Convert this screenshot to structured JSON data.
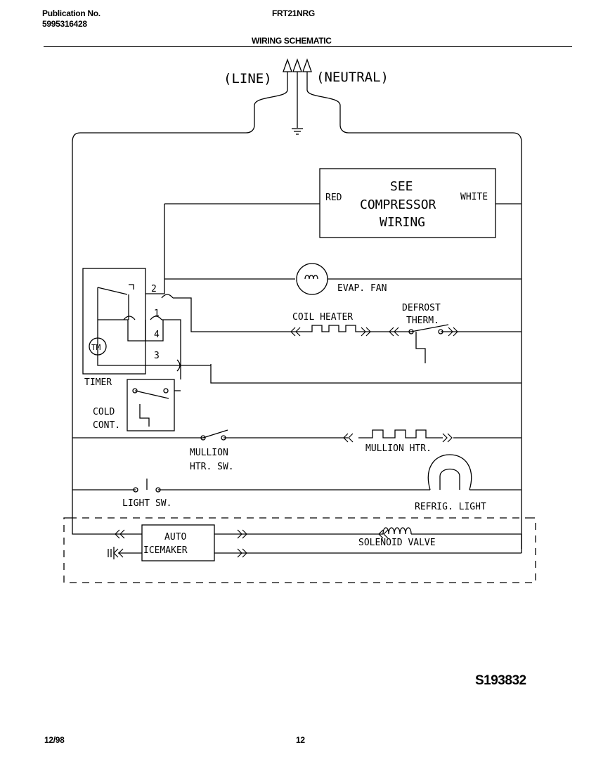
{
  "header": {
    "publication_label": "Publication No.",
    "publication_number": "5995316428",
    "model": "FRT21NRG",
    "section_title": "WIRING SCHEMATIC"
  },
  "supply": {
    "line": "(LINE)",
    "neutral": "(NEUTRAL)"
  },
  "compressor_box": {
    "line1": "SEE",
    "line2": "COMPRESSOR",
    "line3": "WIRING",
    "left_wire": "RED",
    "right_wire": "WHITE"
  },
  "components": {
    "evap_fan": "EVAP. FAN",
    "coil_heater": "COIL HEATER",
    "defrost_therm_1": "DEFROST",
    "defrost_therm_2": "THERM.",
    "timer": "TIMER",
    "timer_motor": "TM",
    "cold_control_1": "COLD",
    "cold_control_2": "CONT.",
    "mullion_sw_1": "MULLION",
    "mullion_sw_2": "HTR. SW.",
    "mullion_htr": "MULLION HTR.",
    "light_sw": "LIGHT SW.",
    "refrig_light": "REFRIG. LIGHT",
    "icemaker_1": "AUTO",
    "icemaker_2": "ICEMAKER",
    "solenoid_valve": "SOLENOID VALVE"
  },
  "terminals": {
    "t1": "1",
    "t2": "2",
    "t3": "3",
    "t4": "4"
  },
  "footer": {
    "date": "12/98",
    "page": "12",
    "drawing_ref": "S193832"
  }
}
